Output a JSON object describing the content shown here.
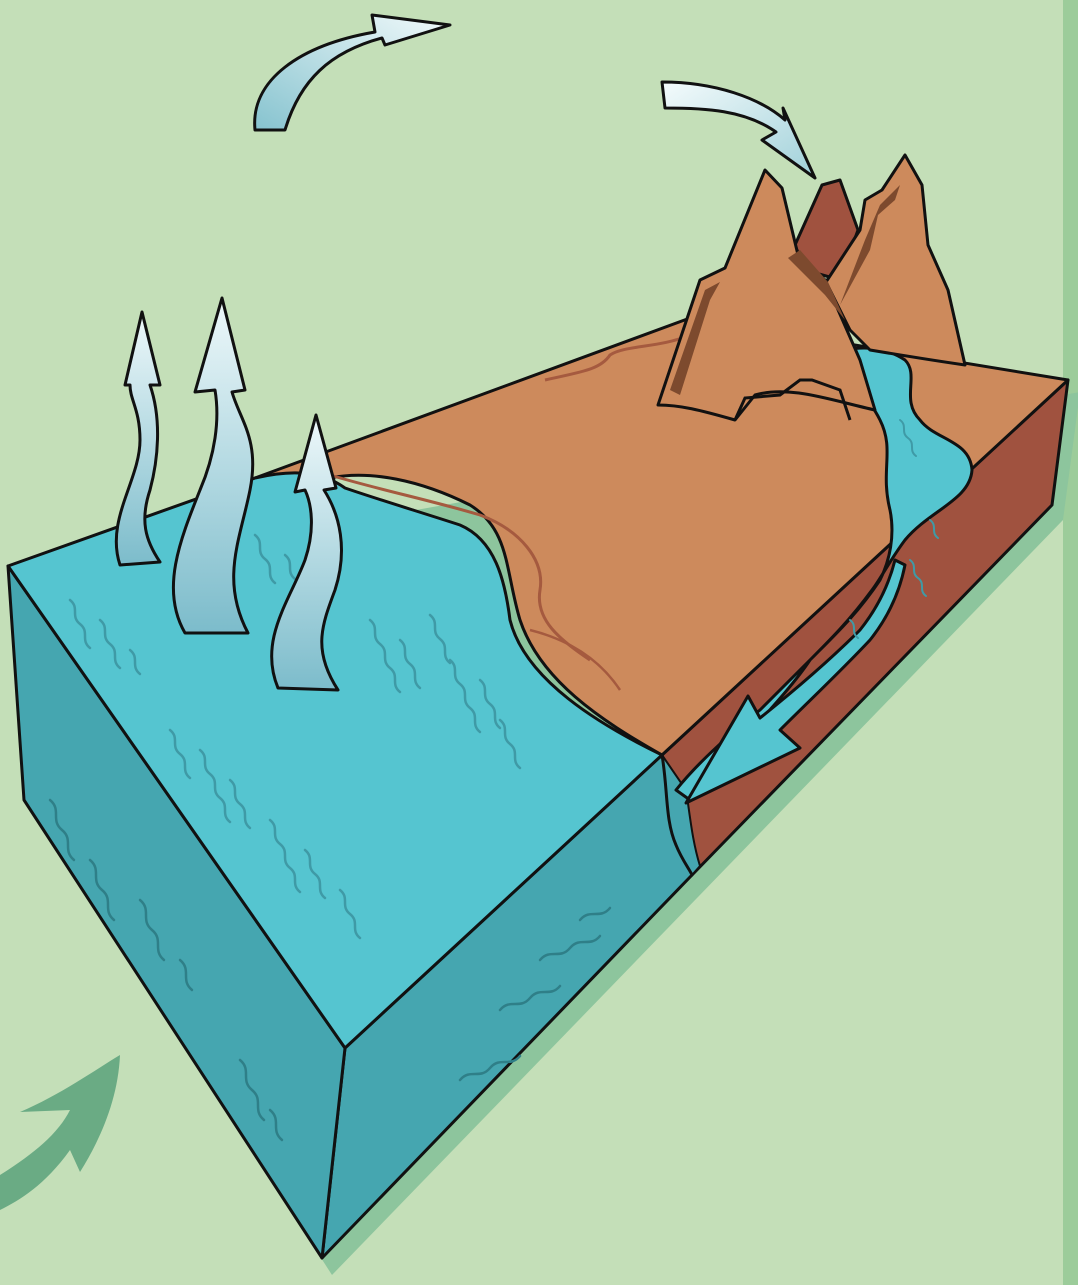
{
  "diagram": {
    "subject": "water-cycle-block-diagram",
    "labels": [],
    "colors": {
      "background": "#c4dfb8",
      "right_edge_band": "#9ccc9a",
      "shadow": "#8dc59d",
      "water_top": "#55c5d0",
      "water_side": "#45a6b0",
      "land_top": "#cd8a5c",
      "land_side": "#a0523f",
      "land_line": "#a55a3f",
      "outline": "#111111",
      "arrow_light": "#eaf6f8",
      "arrow_dark": "#7fbfcc",
      "inflow_arrow": "#6aab84"
    },
    "arrows": [
      {
        "name": "evaporation-arrow",
        "count": 3,
        "direction": "up"
      },
      {
        "name": "condensation-arrow",
        "direction": "right"
      },
      {
        "name": "precipitation-arrow",
        "direction": "down-right"
      },
      {
        "name": "runoff-arrow",
        "direction": "down-left"
      },
      {
        "name": "inflow-arrow",
        "direction": "up-right"
      }
    ]
  }
}
